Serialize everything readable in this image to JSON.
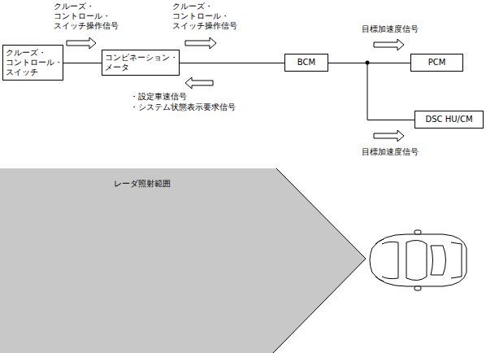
{
  "diagram": {
    "nodes": [
      {
        "text": [
          "クルーズ・ コントロール・ スイッチ"
        ]
      },
      {
        "text": [
          "コンビネーション・ メータ"
        ]
      },
      {
        "text": [
          "BCM"
        ]
      },
      {
        "text": [
          "PCM"
        ]
      },
      {
        "text": [
          "DSC HU/CM"
        ]
      }
    ],
    "edges": [
      {
        "from": 0,
        "to": 1,
        "arrow": "none"
      },
      {
        "from": 1,
        "to": 2,
        "arrow": "none"
      },
      {
        "from": 2,
        "to": 3,
        "arrow": "none"
      },
      {
        "from": 2,
        "to": 4,
        "arrow": "none"
      }
    ],
    "labels": [
      "クルーズ・ コントロール・ スイッチ操作信号",
      "クルーズ・ コントロール・ スイッチ操作信号",
      "・設定車速信号",
      "・システム状態表示要求信号",
      "目標加速度信号",
      "目標加速度信号",
      "レーダ照射範囲"
    ]
  }
}
